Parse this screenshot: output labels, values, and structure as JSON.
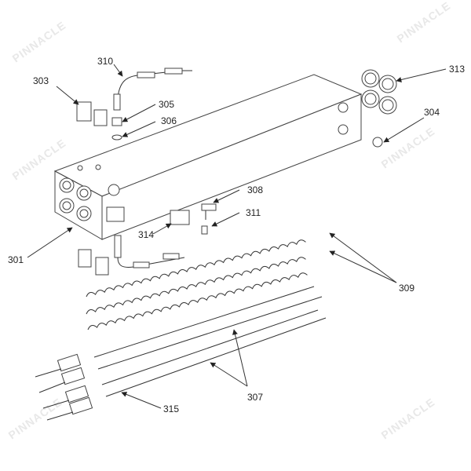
{
  "watermark": "PINNACLE",
  "callouts": {
    "c301": "301",
    "c303": "303",
    "c304": "304",
    "c305": "305",
    "c306": "306",
    "c307": "307",
    "c308": "308",
    "c309": "309",
    "c310": "310",
    "c311": "311",
    "c313": "313",
    "c314": "314",
    "c315": "315"
  }
}
